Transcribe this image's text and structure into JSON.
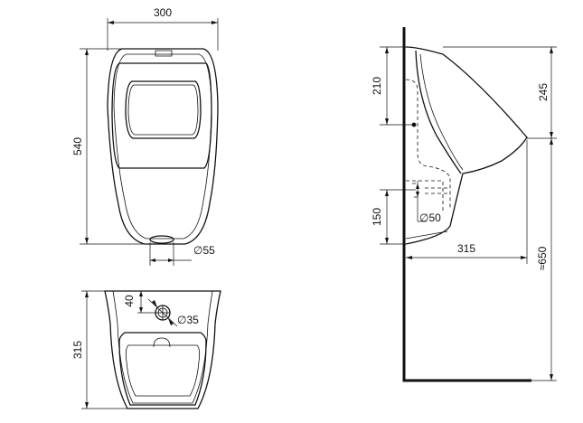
{
  "dimensions": {
    "front_width": "300",
    "front_height": "540",
    "outlet_diameter": "∅55",
    "top_depth": "315",
    "inlet_offset": "40",
    "inlet_diameter": "∅35",
    "side_top_to_inlet": "210",
    "side_top_to_lip": "245",
    "side_outlet_height": "150",
    "side_outlet_diameter": "∅50",
    "side_projection": "315",
    "side_lip_height": "≈650"
  }
}
